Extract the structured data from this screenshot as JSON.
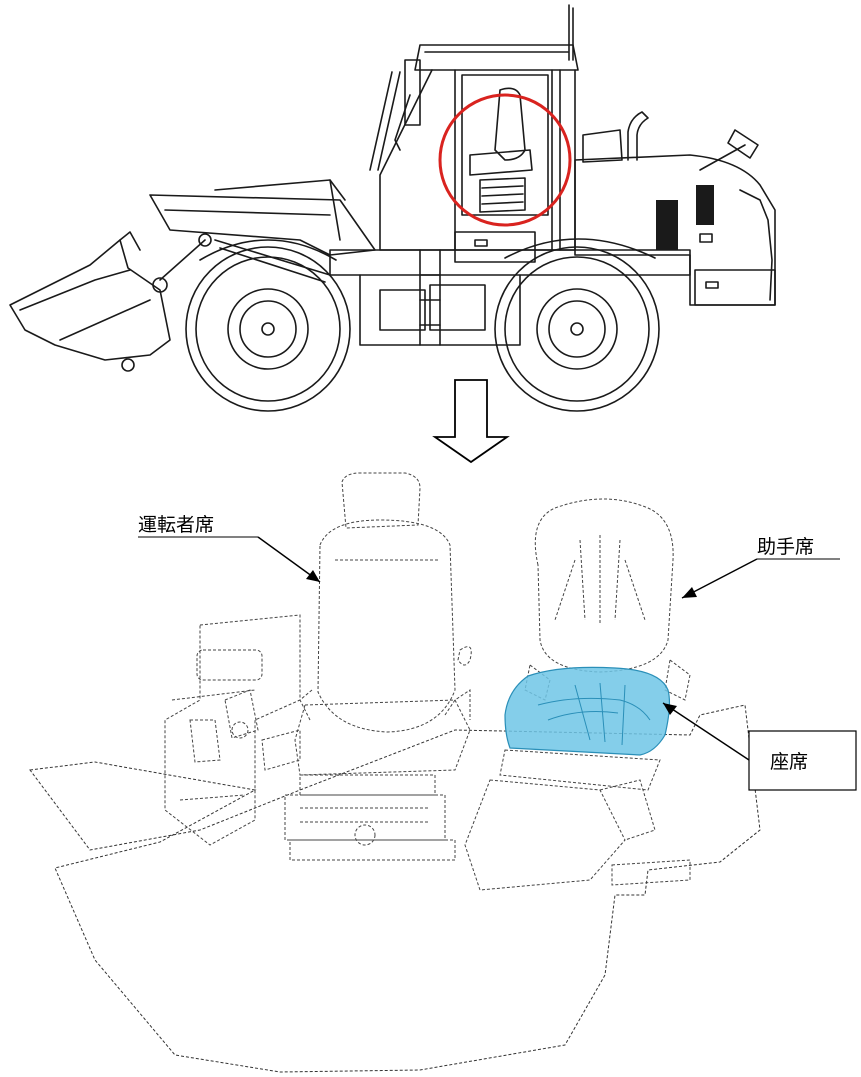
{
  "labels": {
    "driver_seat": "運転者席",
    "passenger_seat": "助手席",
    "seat": "座席"
  },
  "colors": {
    "highlight_circle": "#d9231f",
    "seat_cushion": "#6ec6e6",
    "seat_cushion_edge": "#2a8fb8",
    "line": "#1a1a1a"
  }
}
